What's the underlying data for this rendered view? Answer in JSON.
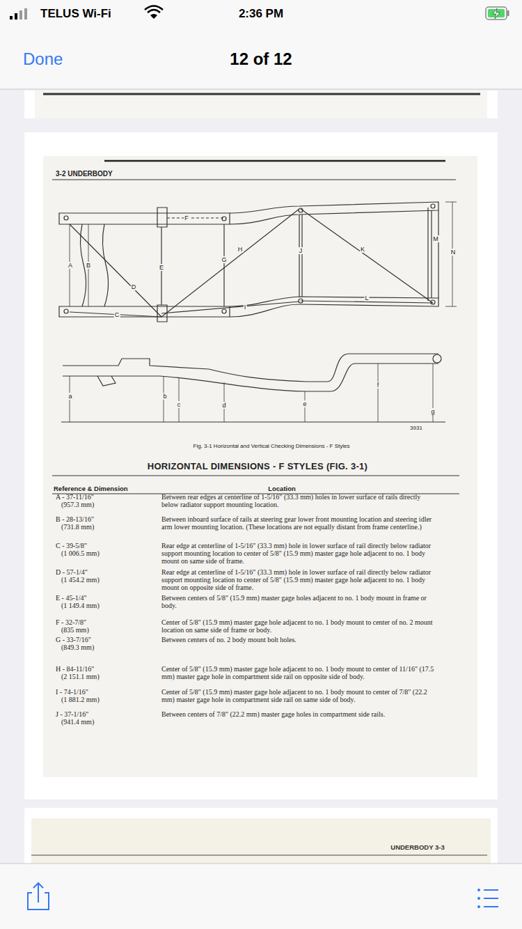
{
  "diagram": {
    "title": "HORIZONTAL DIMENSIONS - F STYLES (FIG. 3-1)",
    "caption": "Fig. 3-1 Horizontal and Vertical Checking Dimensions - F Styles",
    "labels": [
      "TELUS Wi-Fi",
      "2:36 PM",
      "Done",
      "12 of 12",
      "3-2 UNDERBODY",
      "F",
      "A",
      "B",
      "E",
      "G",
      "D",
      "C",
      "H",
      "I",
      "J",
      "K",
      "L",
      "M",
      "N",
      "a",
      "b",
      "c",
      "d",
      "e",
      "f",
      "g",
      "3931",
      "Reference & Dimension",
      "Location",
      "A - 37-11/16\"",
      "(957.3 mm)",
      "Between rear edges at centerline of 1-5/16\" (33.3 mm) holes in lower surface of rails directly below radiator support mounting location.",
      "B - 28-13/16\"",
      "(731.8 mm)",
      "Between inboard surface of rails at steering gear lower front mounting location and steering idler arm lower mounting location. (These locations are not equally distant from frame centerline.)",
      "C - 39-5/8\"",
      "(1 006.5 mm)",
      "Rear edge at centerline of 1-5/16\" (33.3 mm) hole in lower surface of rail directly below radiator support mounting location to center of 5/8\" (15.9 mm) master gage hole adjacent to no. 1 body mount on same side of frame.",
      "D - 57-1/4\"",
      "(1 454.2 mm)",
      "Rear edge at centerline of 1-5/16\" (33.3 mm) hole in lower surface of rail directly below radiator support mounting location to center of 5/8\" (15.9 mm) master gage hole adjacent to no. 1 body mount on opposite side of frame.",
      "E - 45-1/4\"",
      "(1 149.4 mm)",
      "Between centers of 5/8\" (15.9 mm) master gage holes adjacent to no. 1 body mount in frame or body.",
      "F - 32-7/8\"",
      "(835 mm)",
      "Center of 5/8\" (15.9 mm) master gage hole adjacent to no. 1 body mount to center of no. 2 mount location on same side of frame or body.",
      "G - 33-7/16\"",
      "(849.3 mm)",
      "Between centers of no. 2 body mount bolt holes.",
      "H - 84-11/16\"",
      "(2 151.1 mm)",
      "Center of 5/8\" (15.9 mm) master gage hole adjacent to no. 1 body mount to center of 11/16\" (17.5 mm) master gage hole in compartment side rail on opposite side of body.",
      "I - 74-1/16\"",
      "(1 881.2 mm)",
      "Center of 5/8\" (15.9 mm) master gage hole adjacent to no. 1 body mount to center of 7/8\" (22.2 mm) master gage hole in compartment side rail on same side of body.",
      "J - 37-1/16\"",
      "(941.4 mm)",
      "Between centers of 7/8\" (22.2 mm) master gage holes in compartment side rails.",
      "UNDERBODY 3-3"
    ]
  }
}
